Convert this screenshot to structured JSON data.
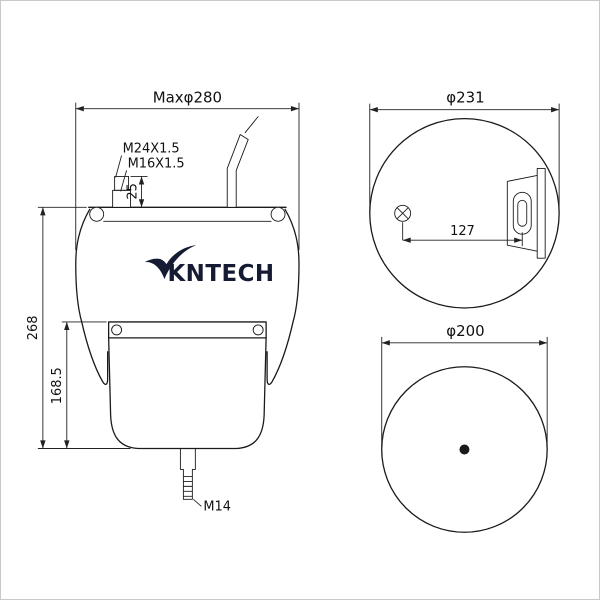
{
  "drawing": {
    "background": "#ffffff",
    "border_color": "#c9c9c9",
    "line_color": "#1a1a1a",
    "brand_color": "#141b33"
  },
  "front_view": {
    "dim_max_diameter": "Maxφ280",
    "dim_thread_top_outer": "M24X1.5",
    "dim_thread_top_inner": "M16X1.5",
    "dim_stud_height": "25",
    "dim_overall_height": "268",
    "dim_piston_height": "168.5",
    "dim_bottom_stud_thread": "M14",
    "brand_text": "KNTECH"
  },
  "top_view": {
    "dim_outer_diameter": "φ231",
    "dim_port_offset": "127"
  },
  "bottom_view": {
    "dim_outer_diameter": "φ200"
  }
}
